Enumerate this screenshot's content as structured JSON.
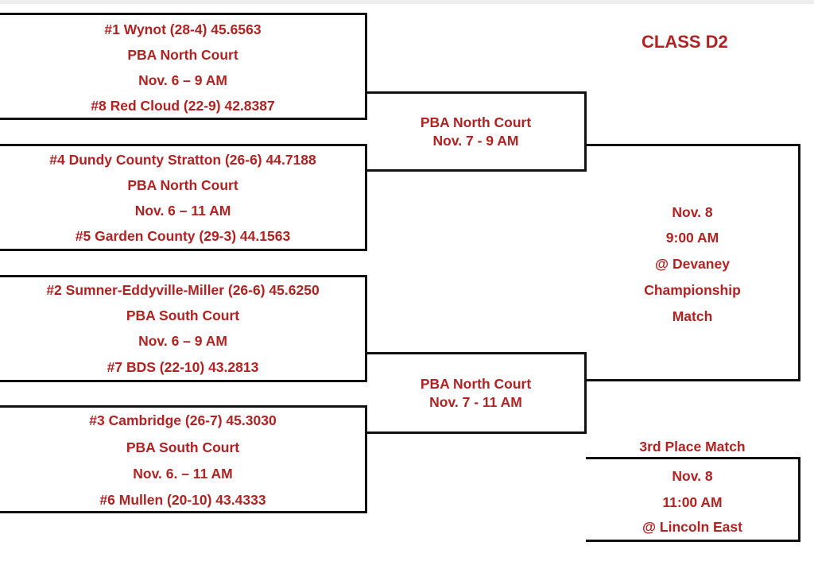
{
  "title": "CLASS D2",
  "first_round": [
    {
      "team_a": "#1 Wynot (28-4) 45.6563",
      "court": "PBA North Court",
      "time": "Nov. 6 – 9 AM",
      "team_b": "#8 Red Cloud (22-9) 42.8387"
    },
    {
      "team_a": "#4 Dundy County Stratton (26-6) 44.7188",
      "court": "PBA North Court",
      "time": "Nov. 6 – 11 AM",
      "team_b": "#5 Garden County (29-3) 44.1563"
    },
    {
      "team_a": "#2 Sumner-Eddyville-Miller (26-6) 45.6250",
      "court": "PBA South Court",
      "time": "Nov. 6 – 9 AM",
      "team_b": "#7 BDS (22-10) 43.2813"
    },
    {
      "team_a": "#3 Cambridge (26-7) 45.3030",
      "court": "PBA South Court",
      "time": "Nov. 6. – 11 AM",
      "team_b": "#6 Mullen (20-10) 43.4333"
    }
  ],
  "semifinals": [
    {
      "court": "PBA North Court",
      "time": "Nov. 7 - 9 AM"
    },
    {
      "court": "PBA North Court",
      "time": "Nov. 7 - 11 AM"
    }
  ],
  "championship": {
    "date": "Nov. 8",
    "time": "9:00 AM",
    "venue": "@ Devaney",
    "label_1": "Championship",
    "label_2": "Match"
  },
  "third_place": {
    "label": "3rd Place Match",
    "date": "Nov. 8",
    "time": "11:00 AM",
    "venue": "@ Lincoln East"
  }
}
